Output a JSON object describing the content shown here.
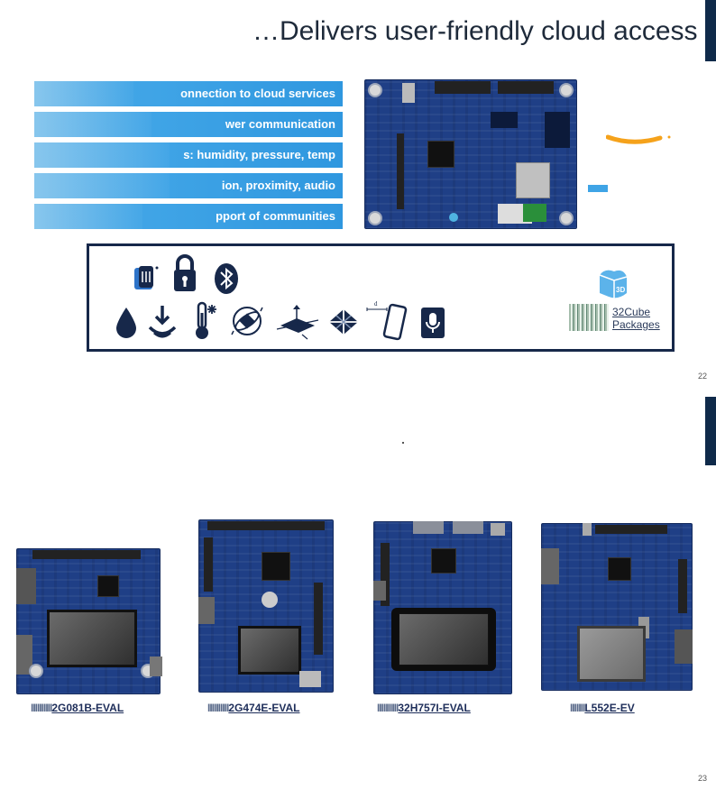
{
  "slide1": {
    "title": "…Delivers user-friendly cloud access",
    "features": [
      {
        "label": "onnection to cloud services"
      },
      {
        "label": "wer communication"
      },
      {
        "label": "s: humidity, pressure, temp"
      },
      {
        "label": "ion, proximity, audio"
      },
      {
        "label": "pport of communities"
      }
    ],
    "cube_label_line1": "32Cube",
    "cube_label_line2": "Packages",
    "page_number": "22"
  },
  "slide2": {
    "boards": [
      {
        "label_prefix": "IIIIIIIIII",
        "label": "2G081B-EVAL"
      },
      {
        "label_prefix": "IIIIIIIIII",
        "label": "2G474E-EVAL"
      },
      {
        "label_prefix": "IIIIIIIIII",
        "label": "32H757I-EVAL"
      },
      {
        "label_prefix": "IIIIIII",
        "label": "L552E-EV"
      }
    ],
    "page_number": "23"
  },
  "icons": [
    "nfc-icon",
    "lock-icon",
    "bluetooth-icon",
    "water-drop-icon",
    "pressure-icon",
    "thermometer-icon",
    "gyroscope-icon",
    "accelerometer-icon",
    "magnetometer-icon",
    "proximity-phone-icon",
    "microphone-icon",
    "cube-icon"
  ],
  "colors": {
    "accent": "#3fa4e6",
    "navy": "#17284a",
    "pcb": "#1f3f86"
  }
}
